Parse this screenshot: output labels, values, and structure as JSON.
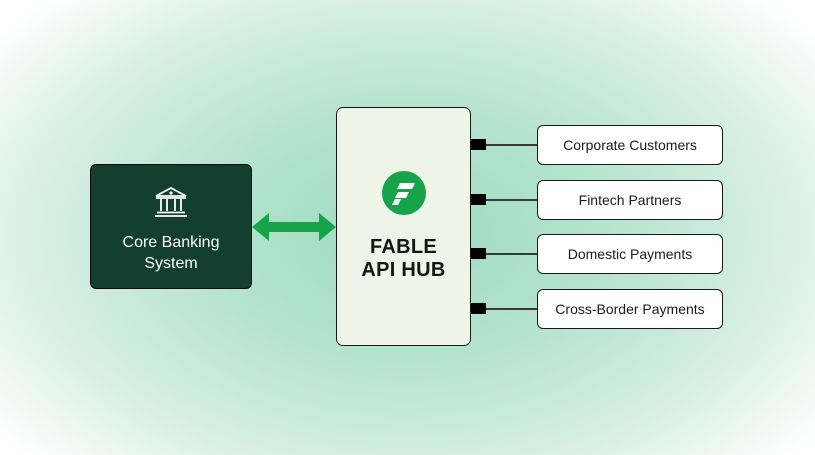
{
  "core_system": {
    "label_line1": "Core Banking",
    "label_line2": "System",
    "icon": "bank-icon",
    "fill_color": "#123f30"
  },
  "connector": {
    "type": "bidirectional-arrow",
    "color": "#16a34a"
  },
  "hub": {
    "logo_icon": "fable-logo-icon",
    "title_line1": "FABLE",
    "title_line2": "API HUB",
    "logo_color": "#17a34a",
    "fill_color": "#eef5e8"
  },
  "endpoints": [
    {
      "label": "Corporate Customers"
    },
    {
      "label": "Fintech Partners"
    },
    {
      "label": "Domestic Payments"
    },
    {
      "label": "Cross-Border Payments"
    }
  ]
}
